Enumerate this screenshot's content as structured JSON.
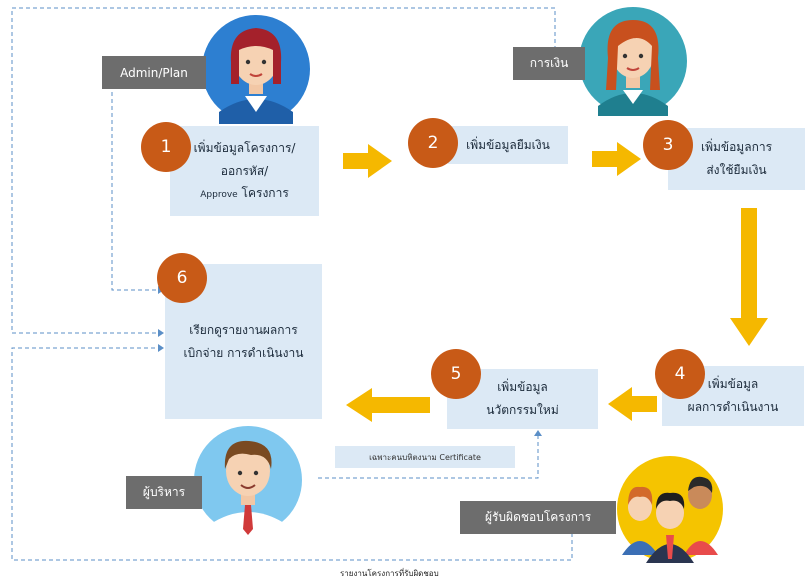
{
  "roles": {
    "admin": "Admin/Plan",
    "finance": "การเงิน",
    "executive": "ผู้บริหาร",
    "project_owner": "ผู้รับผิดชอบโครงการ"
  },
  "steps": [
    {
      "number": "1",
      "lines": [
        "เพิ่มข้อมูลโครงการ/",
        "ออกรหัส/"
      ],
      "approve_small": "Approve",
      "approve_rest": "โครงการ"
    },
    {
      "number": "2",
      "lines": [
        "เพิ่มข้อมูลยืมเงิน"
      ]
    },
    {
      "number": "3",
      "lines": [
        "เพิ่มข้อมูลการ",
        "ส่งใช้ยืมเงิน"
      ]
    },
    {
      "number": "4",
      "lines": [
        "เพิ่มข้อมูล",
        "ผลการดำเนินงาน"
      ]
    },
    {
      "number": "5",
      "lines": [
        "เพิ่มข้อมูล",
        "นวัตกรรมใหม่"
      ]
    },
    {
      "number": "6",
      "lines": [
        "เรียกดูรายงานผลการ",
        "เบิกจ่าย การดำเนินงาน"
      ]
    }
  ],
  "note": "เฉพาะคนบหิตงนาม Certificate",
  "footer": "รายงานโครงการที่รับผิดชอบ",
  "colors": {
    "arrow": "#f5b800",
    "step_circle": "#c85a17",
    "box": "#dce9f5",
    "role_label": "#6d6d6d",
    "dashed": "#5b8fc7"
  }
}
